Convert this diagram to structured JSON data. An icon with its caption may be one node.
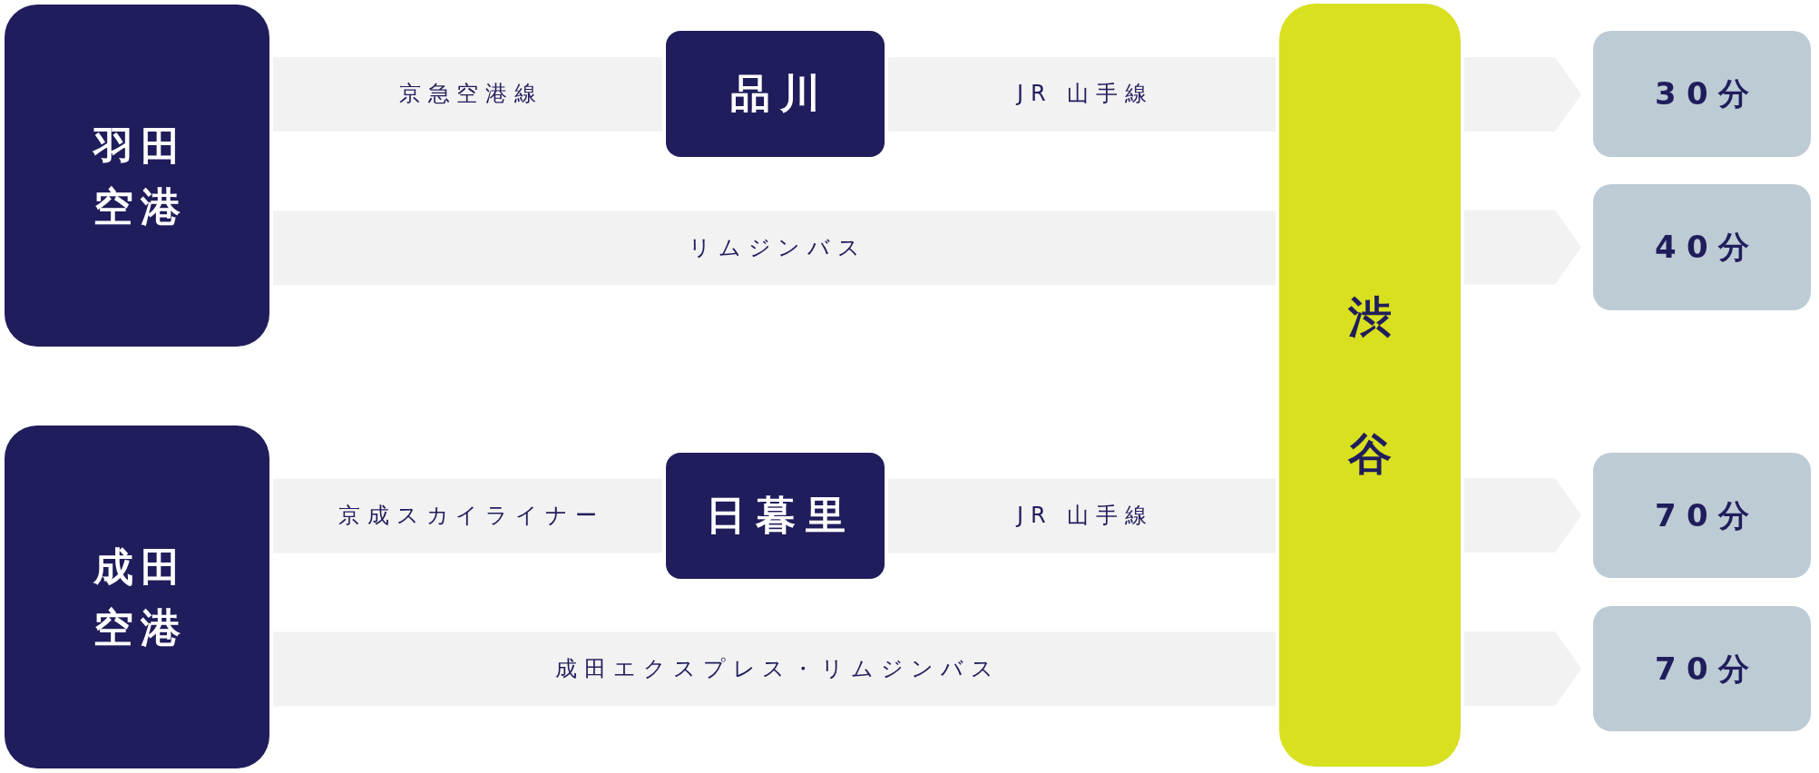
{
  "diagram": {
    "nodes": [
      {
        "text": [
          "羽田空港"
        ]
      },
      {
        "text": [
          "品川"
        ]
      },
      {
        "text": [
          "渋谷"
        ]
      },
      {
        "text": [
          "30分"
        ]
      },
      {
        "text": [
          "40分"
        ]
      },
      {
        "text": [
          "成田空港"
        ]
      },
      {
        "text": [
          "日暮里"
        ]
      },
      {
        "text": [
          "70分"
        ]
      },
      {
        "text": [
          "70分"
        ]
      }
    ],
    "edges": [
      {
        "from": 0,
        "to": 1,
        "arrow": "none",
        "label": "京急空港線"
      },
      {
        "from": 1,
        "to": 2,
        "arrow": "none",
        "label": "JR 山手線"
      },
      {
        "from": 0,
        "to": 2,
        "arrow": "none",
        "label": "リムジンバス"
      },
      {
        "from": 2,
        "to": 3,
        "arrow": "to"
      },
      {
        "from": 2,
        "to": 4,
        "arrow": "to"
      },
      {
        "from": 5,
        "to": 6,
        "arrow": "none",
        "label": "京成スカイライナー"
      },
      {
        "from": 6,
        "to": 2,
        "arrow": "none",
        "label": "JR 山手線"
      },
      {
        "from": 5,
        "to": 2,
        "arrow": "none",
        "label": "成田エクスプレス・リムジンバス"
      },
      {
        "from": 2,
        "to": 7,
        "arrow": "to"
      },
      {
        "from": 2,
        "to": 8,
        "arrow": "to"
      }
    ]
  }
}
